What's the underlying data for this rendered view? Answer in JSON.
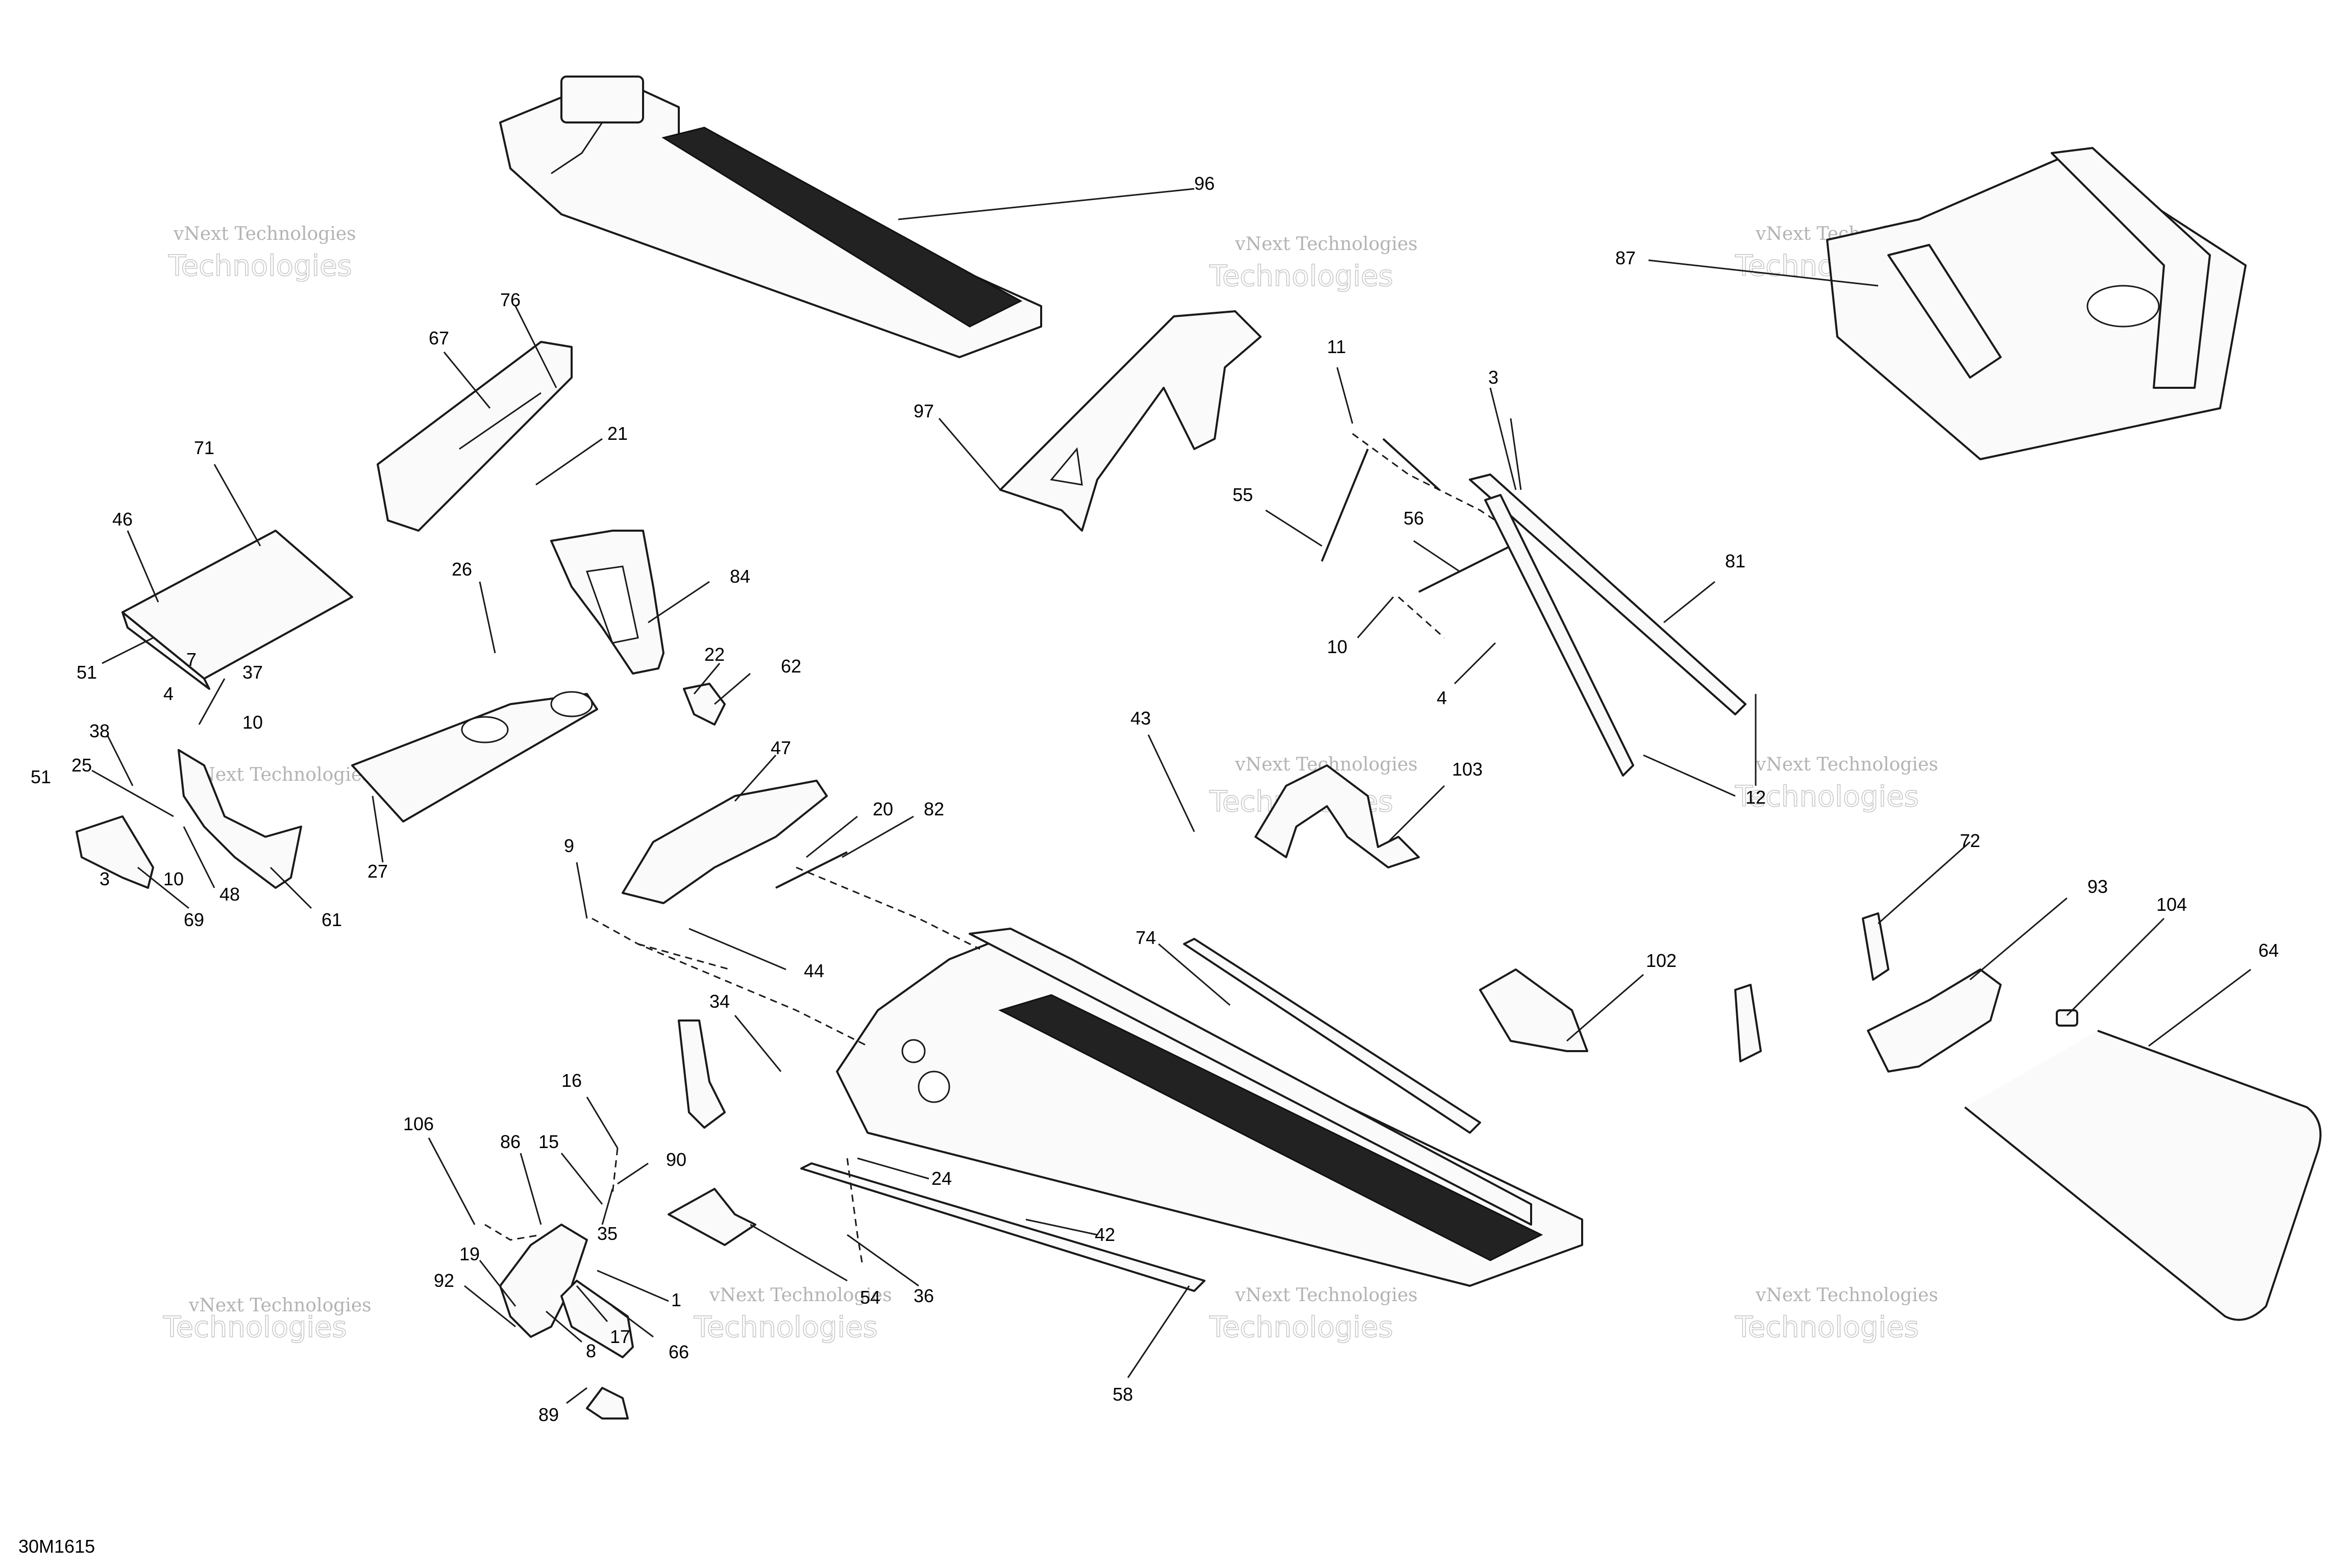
{
  "drawing_code": "30M1615",
  "watermark": {
    "line1": "vNext Technologies",
    "line2": "Technologies"
  },
  "callouts": [
    "96",
    "87",
    "97",
    "11",
    "3",
    "55",
    "56",
    "81",
    "10",
    "4",
    "12",
    "43",
    "103",
    "76",
    "67",
    "21",
    "71",
    "46",
    "84",
    "26",
    "22",
    "62",
    "51",
    "37",
    "38",
    "25",
    "47",
    "20",
    "82",
    "9",
    "27",
    "61",
    "69",
    "48",
    "44",
    "72",
    "93",
    "104",
    "64",
    "74",
    "102",
    "34",
    "16",
    "106",
    "86",
    "15",
    "90",
    "35",
    "24",
    "42",
    "19",
    "92",
    "17",
    "66",
    "1",
    "8",
    "89",
    "54",
    "36",
    "58"
  ]
}
